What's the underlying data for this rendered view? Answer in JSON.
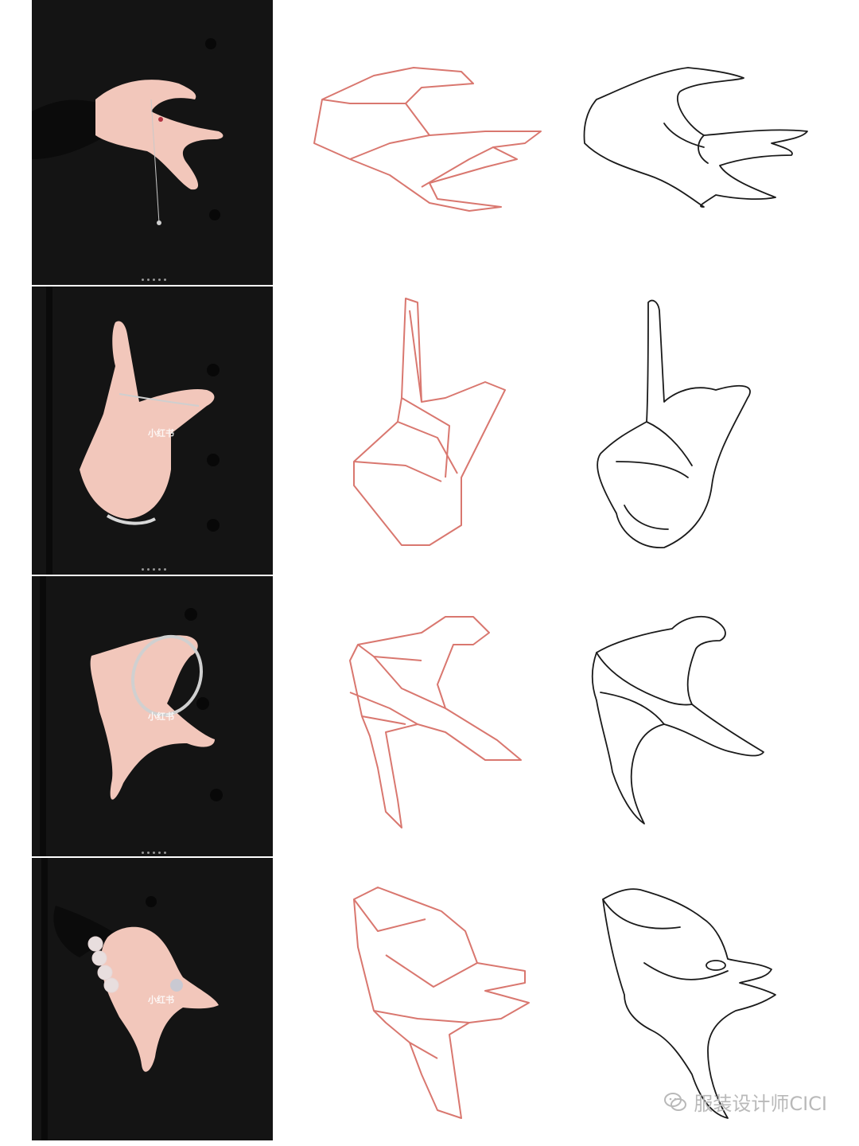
{
  "photos": [
    {
      "watermark": ""
    },
    {
      "watermark": "小红书"
    },
    {
      "watermark": "小红书"
    },
    {
      "watermark": "小红书"
    }
  ],
  "footer": {
    "account_name": "服装设计师CICI",
    "icon": "wechat-icon"
  },
  "colors": {
    "construction_line": "#d9776f",
    "final_line": "#1a1a1a",
    "photo_bg": "#141414",
    "skin": "#f2c7bb"
  }
}
